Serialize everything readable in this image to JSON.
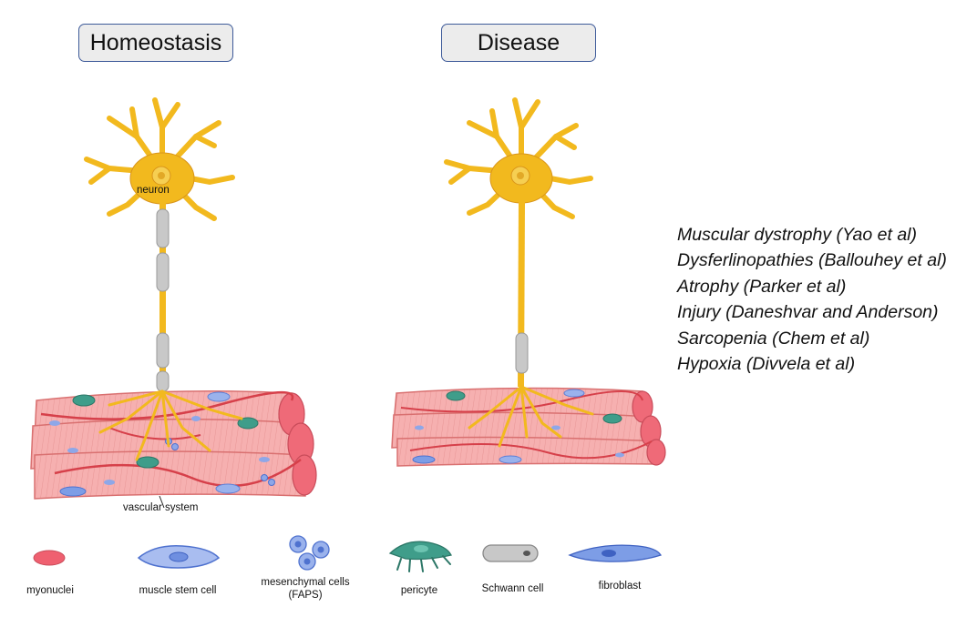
{
  "panels": {
    "left_title": "Homeostasis",
    "right_title": "Disease"
  },
  "labels": {
    "neuron": "neuron",
    "vascular_system": "vascular system"
  },
  "conditions": [
    "Muscular dystrophy (Yao et al)",
    "Dysferlinopathies  (Ballouhey et al)",
    "Atrophy (Parker et al)",
    "Injury (Daneshvar and Anderson)",
    "Sarcopenia (Chem et al)",
    "Hypoxia (Divvela et al)"
  ],
  "legend": [
    {
      "id": "myonuclei",
      "label": "myonuclei"
    },
    {
      "id": "muscle_stem_cell",
      "label": "muscle stem cell"
    },
    {
      "id": "mesenchymal",
      "label": "mesenchymal cells (FAPS)",
      "line1": "mesenchymal cells",
      "line2": "(FAPS)"
    },
    {
      "id": "pericyte",
      "label": "pericyte"
    },
    {
      "id": "schwann",
      "label": "Schwann cell"
    },
    {
      "id": "fibroblast",
      "label": "fibroblast"
    }
  ],
  "colors": {
    "neuron": "#f2b91e",
    "neuron_dark": "#d9951a",
    "muscle": "#f4a3a3",
    "muscle_stripe": "#e07a7a",
    "muscle_end": "#ef6070",
    "vessel": "#d6404a",
    "schwann": "#c4c4c4",
    "pericyte": "#3f9d8a",
    "stem_cell": "#8ea7e8",
    "fibroblast": "#6b93e0",
    "box_border": "#3d5a99",
    "box_fill": "#ececec"
  }
}
